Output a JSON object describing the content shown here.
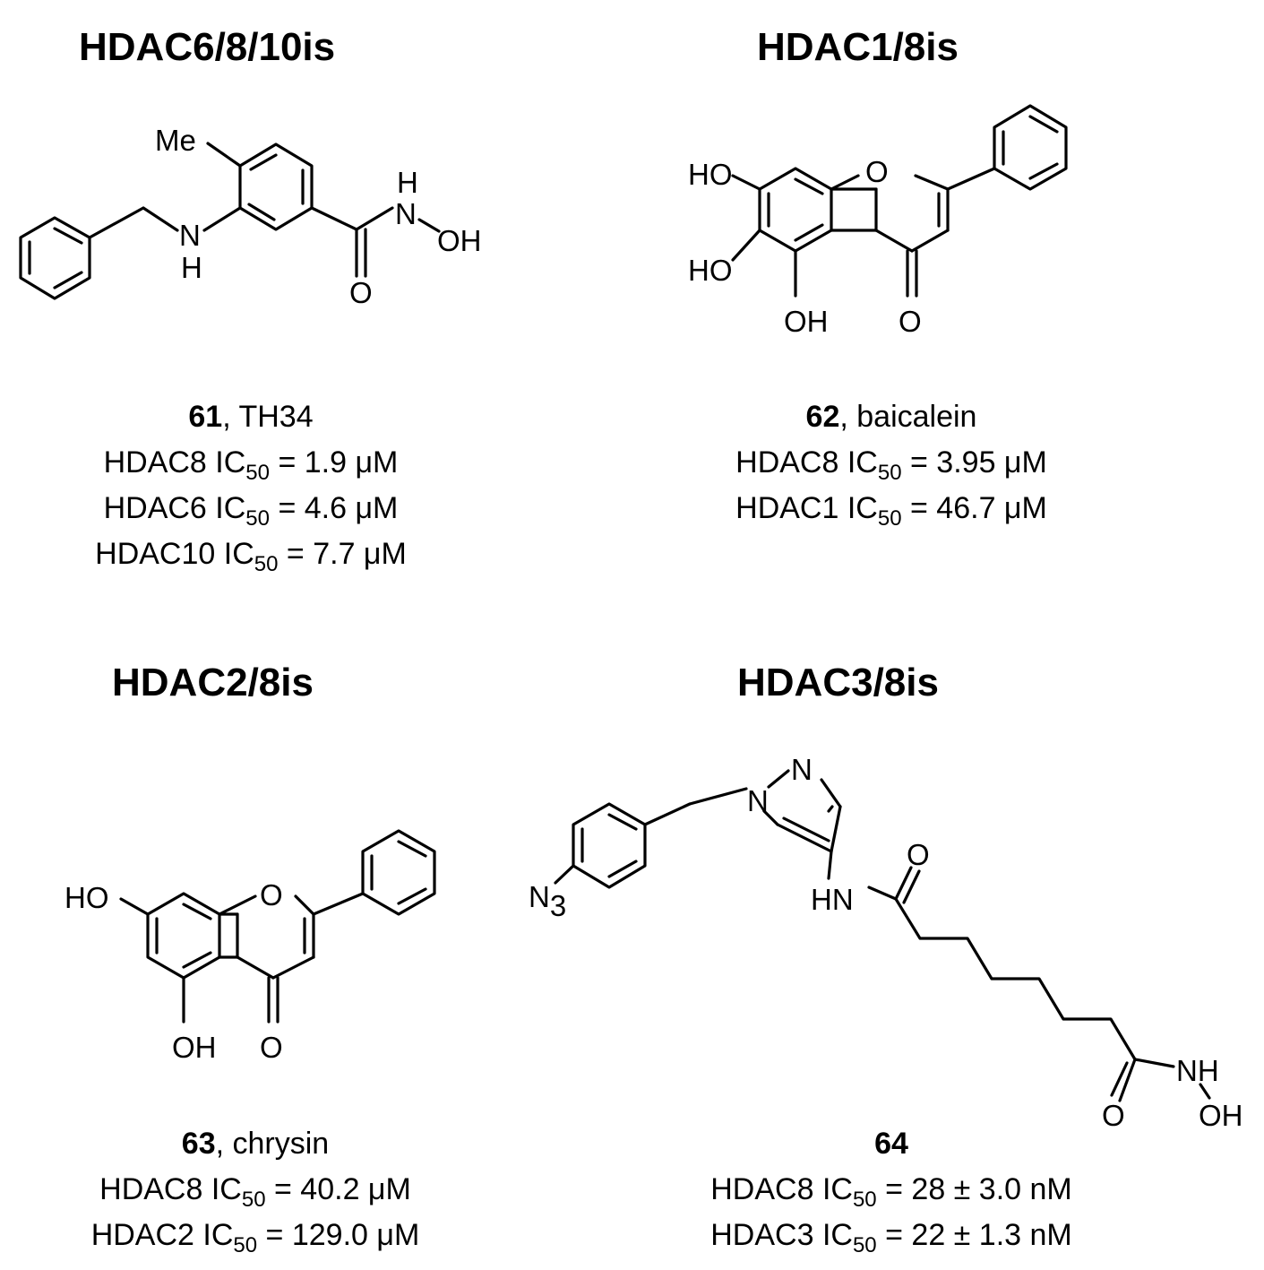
{
  "panels": [
    {
      "heading": "HDAC6/8/10is",
      "compound_number": "61",
      "compound_name": ", TH34",
      "activities": [
        {
          "enzyme": "HDAC8",
          "value": "= 1.9 μM"
        },
        {
          "enzyme": "HDAC6",
          "value": "= 4.6 μM"
        },
        {
          "enzyme": "HDAC10",
          "value": "= 7.7 μM"
        }
      ],
      "atoms": {
        "me": "Me",
        "nh_n": "N",
        "nh_h": "H",
        "h": "H",
        "n": "N",
        "oh": "OH",
        "o": "O"
      }
    },
    {
      "heading": "HDAC1/8is",
      "compound_number": "62",
      "compound_name": ", baicalein",
      "activities": [
        {
          "enzyme": "HDAC8",
          "value": "= 3.95 μM"
        },
        {
          "enzyme": "HDAC1",
          "value": "= 46.7 μM"
        }
      ],
      "atoms": {
        "ho1": "HO",
        "ho2": "HO",
        "oh": "OH",
        "o_ring": "O",
        "o_keto": "O"
      }
    },
    {
      "heading": "HDAC2/8is",
      "compound_number": "63",
      "compound_name": ", chrysin",
      "activities": [
        {
          "enzyme": "HDAC8",
          "value": "= 40.2 μM"
        },
        {
          "enzyme": "HDAC2",
          "value": "= 129.0 μM"
        }
      ],
      "atoms": {
        "ho": "HO",
        "oh": "OH",
        "o_ring": "O",
        "o_keto": "O"
      }
    },
    {
      "heading": "HDAC3/8is",
      "compound_number": "64",
      "compound_name": "",
      "activities": [
        {
          "enzyme": "HDAC8",
          "value": "= 28 ± 3.0 nM"
        },
        {
          "enzyme": "HDAC3",
          "value": "= 22 ± 1.3 nM"
        }
      ],
      "atoms": {
        "n3_n": "N",
        "n3_sub": "3",
        "n1": "N",
        "n2": "N",
        "hn": "HN",
        "o1": "O",
        "nh": "NH",
        "o2": "O",
        "oh": "OH"
      }
    }
  ],
  "ic_label": "IC",
  "ic_subscript": "50"
}
